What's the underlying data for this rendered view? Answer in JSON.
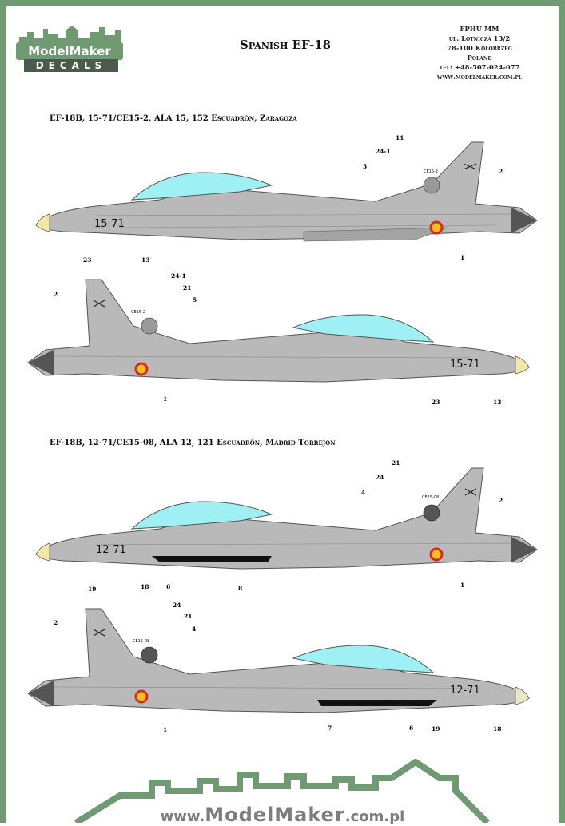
{
  "header": {
    "logo_top": "ModelMaker",
    "logo_bottom": "DECALS",
    "title": "Spanish EF-18",
    "address": [
      "FPHU MM",
      "ul. Lotnicza 13/2",
      "78-100 Kołobrzeg",
      "Poland",
      "tel: +48-507-024-077",
      "www.modelmaker.com.pl"
    ]
  },
  "sections": [
    {
      "heading": "EF-18B, 15-71/CE15-2, ALA 15, 152 Escuadrón, Zaragoza",
      "code": "15-71",
      "fin": "CE15-2"
    },
    {
      "heading": "EF-18B, 12-71/CE15-08, ALA 12, 121 Escuadrón, Madrid Torrejón",
      "code": "12-71",
      "fin": "CE15-08"
    }
  ],
  "callouts": {
    "a1": [
      "11",
      "24-1",
      "5",
      "2",
      "23",
      "13",
      "1"
    ],
    "a2": [
      "24-1",
      "21",
      "5",
      "2",
      "1",
      "23",
      "13"
    ],
    "a3": [
      "21",
      "24",
      "4",
      "2",
      "19",
      "18",
      "6",
      "8",
      "1"
    ],
    "a4": [
      "24",
      "21",
      "4",
      "2",
      "1",
      "7",
      "6",
      "19",
      "18"
    ]
  },
  "footer": {
    "url_pre": "www.",
    "url_brand": "ModelMaker",
    "url_post": ".com.pl"
  },
  "colors": {
    "frame": "#6f9a72",
    "aircraft": "#b9b9b9",
    "canopy": "#9ff0f4",
    "roundel_red": "#d62b1e",
    "roundel_yellow": "#f1c21b"
  }
}
